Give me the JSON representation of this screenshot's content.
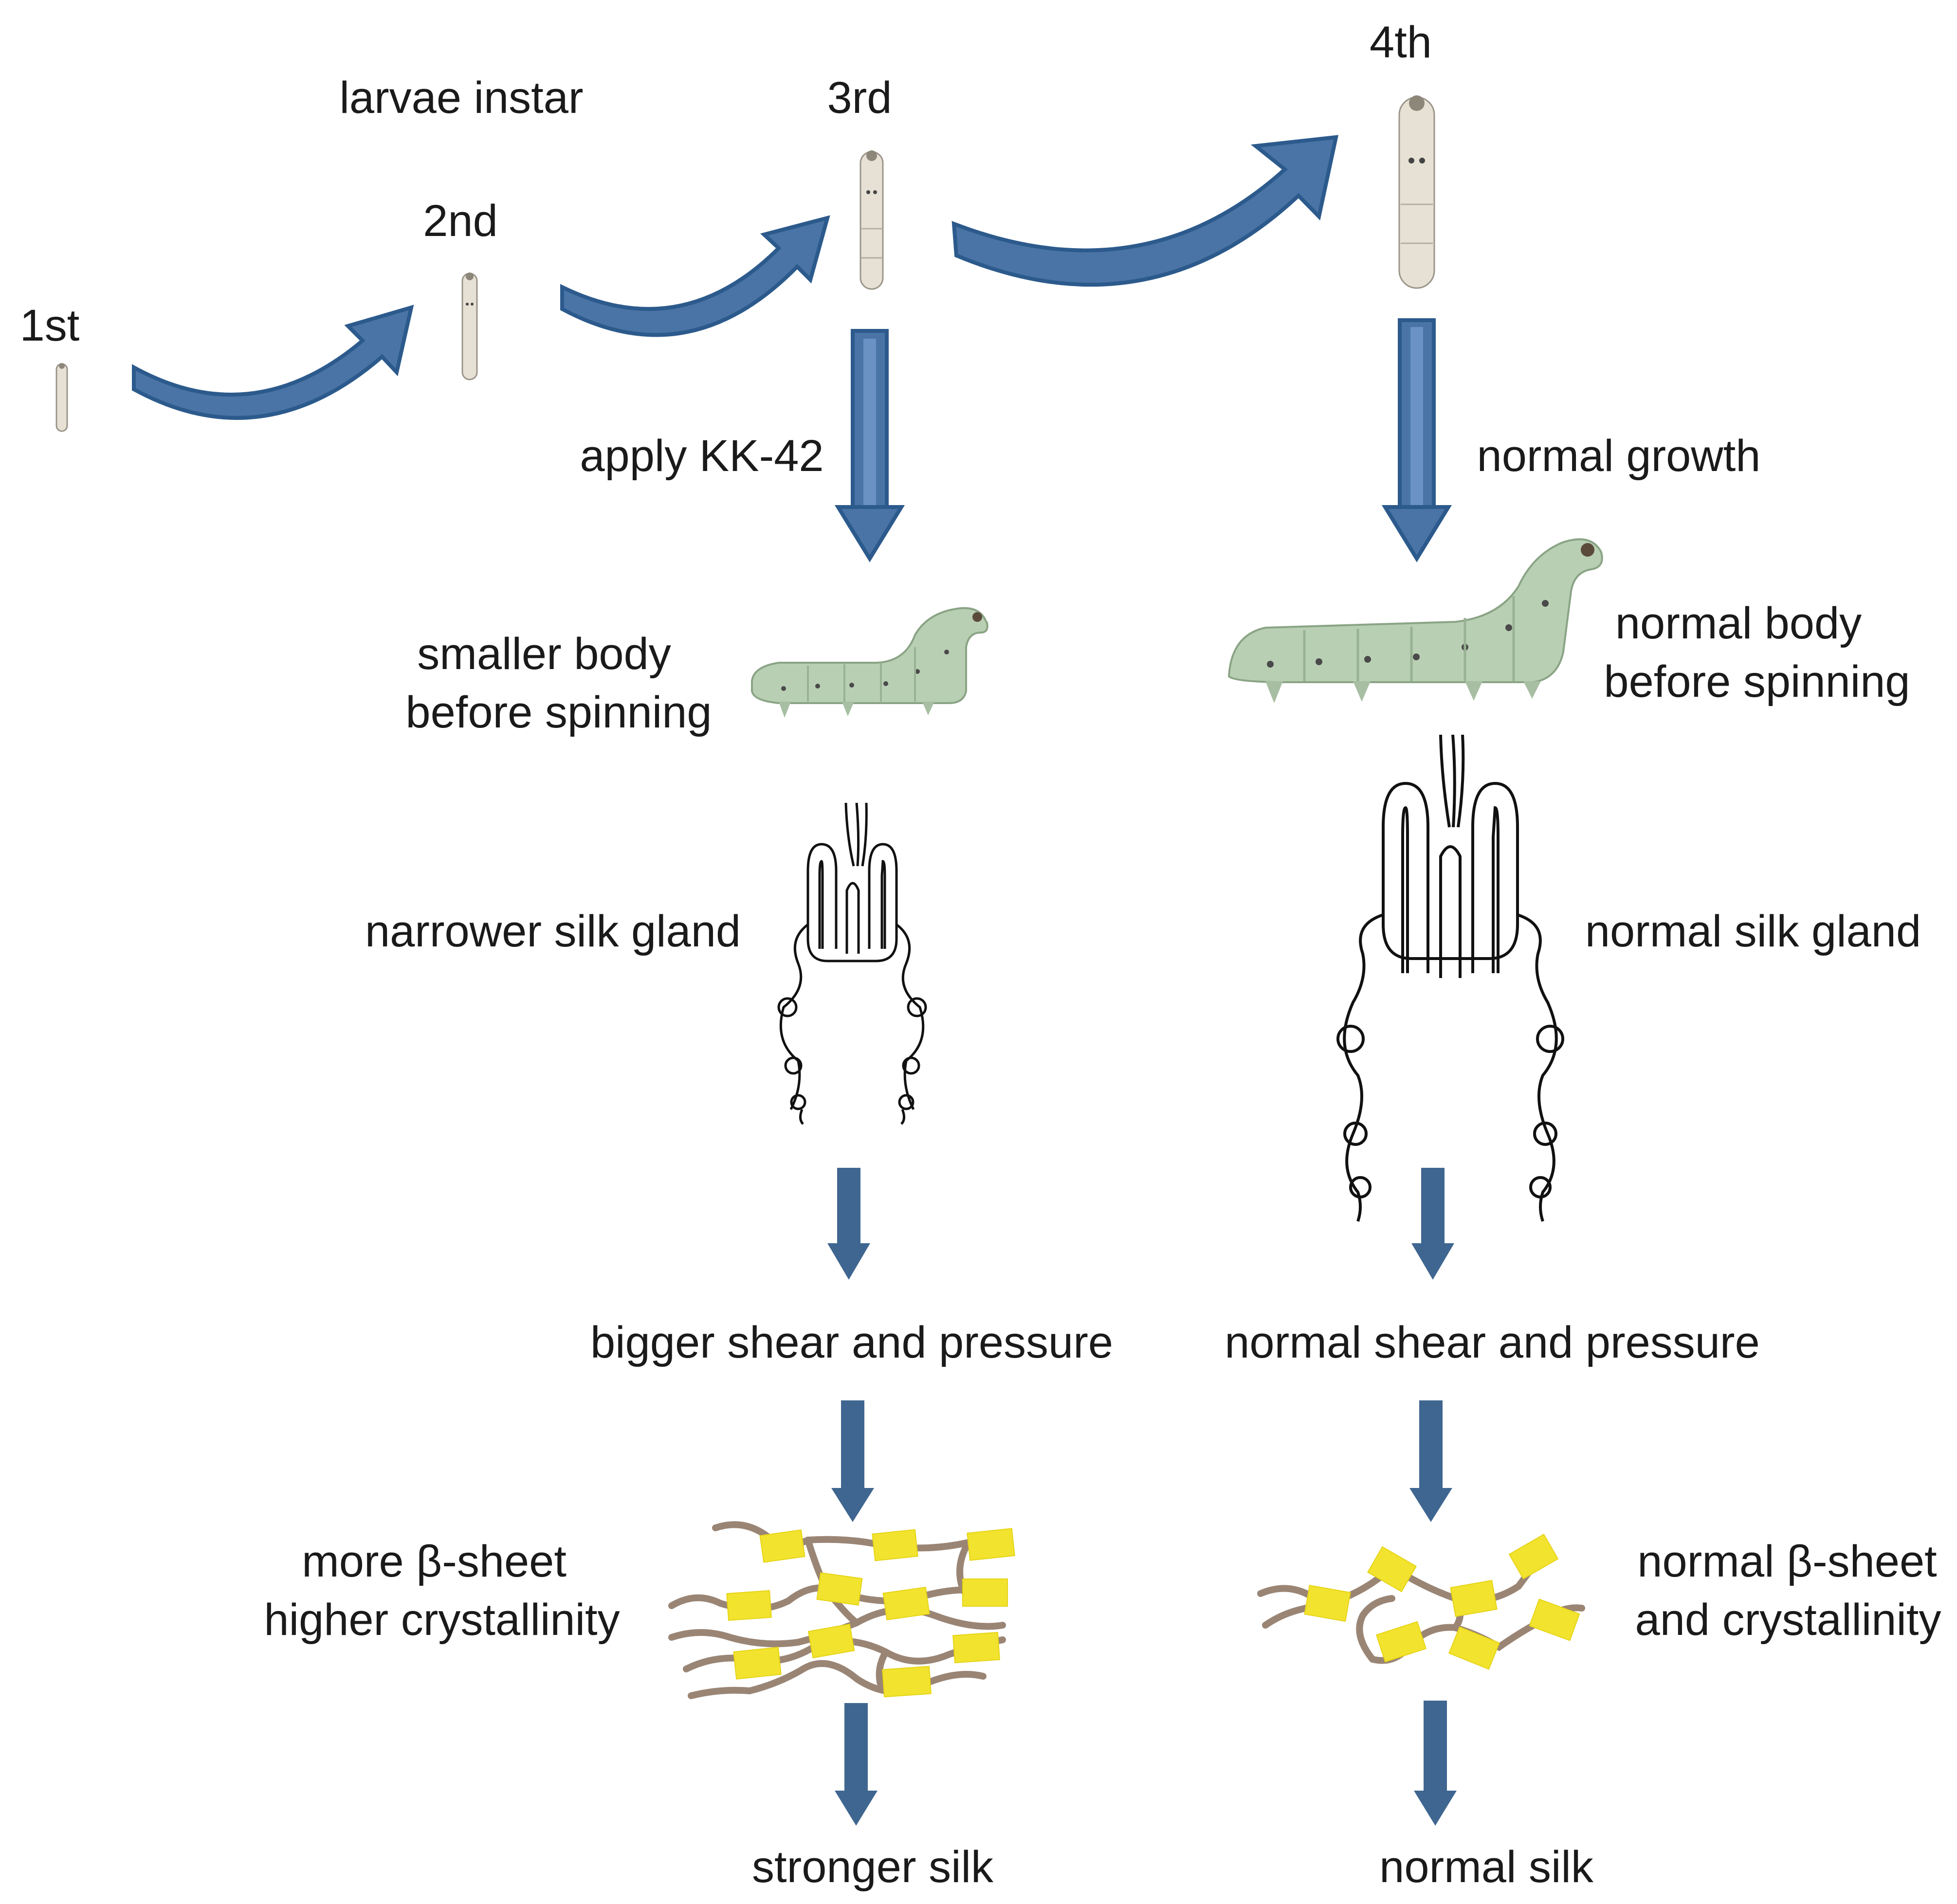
{
  "colors": {
    "arrow": "#4a74a6",
    "arrow_dark": "#3b6290",
    "arrow_edge": "#2c5a8c",
    "larva_white": "#e6e1d4",
    "larva_green": "#b9cfb4",
    "gland_line": "#111111",
    "beta_sheet": "#f2e32e",
    "chain": "#9a8575",
    "text": "#1a1a1a"
  },
  "instars": {
    "heading": "larvae instar",
    "first": "1st",
    "second": "2nd",
    "third": "3rd",
    "fourth": "4th"
  },
  "left_branch": {
    "treatment": "apply KK-42",
    "body_line1": "smaller body",
    "body_line2": "before spinning",
    "gland": "narrower silk gland",
    "shear": "bigger shear and pressure",
    "structure_line1": "more β-sheet",
    "structure_line2": "higher crystallinity",
    "result": "stronger silk"
  },
  "right_branch": {
    "treatment": "normal growth",
    "body_line1": "normal body",
    "body_line2": "before spinning",
    "gland": "normal silk gland",
    "shear": "normal shear and pressure",
    "structure_line1": "normal β-sheet",
    "structure_line2": "and crystallinity",
    "result": "normal silk"
  }
}
